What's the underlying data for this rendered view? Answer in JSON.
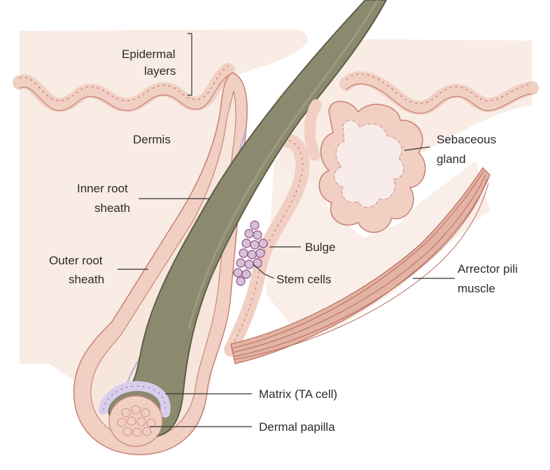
{
  "labels": {
    "epidermal": [
      "Epidermal",
      "layers"
    ],
    "dermis": "Dermis",
    "sebaceous": [
      "Sebaceous",
      "gland"
    ],
    "inner_root": [
      "Inner root",
      "sheath"
    ],
    "bulge": "Bulge",
    "outer_root": [
      "Outer root",
      "sheath"
    ],
    "stem_cells": "Stem cells",
    "arrector": [
      "Arrector pili",
      "muscle"
    ],
    "matrix": "Matrix (TA cell)",
    "dermal_papilla": "Dermal papilla"
  },
  "colors": {
    "tissue": "#f6e6dc",
    "tissue_dark": "#efd3c4",
    "cell_fill": "#f1cfc3",
    "cell_stroke": "#c97f72",
    "hair_shaft": "#8c8a6e",
    "hair_edge": "#5e5d48",
    "inner_sheath": "#b8b2d8",
    "muscle": "#d9a08e",
    "muscle_dark": "#b86d5e",
    "stem": "#d7bfd6",
    "stem_stroke": "#8a4f87",
    "matrix": "#d8cdeb"
  }
}
